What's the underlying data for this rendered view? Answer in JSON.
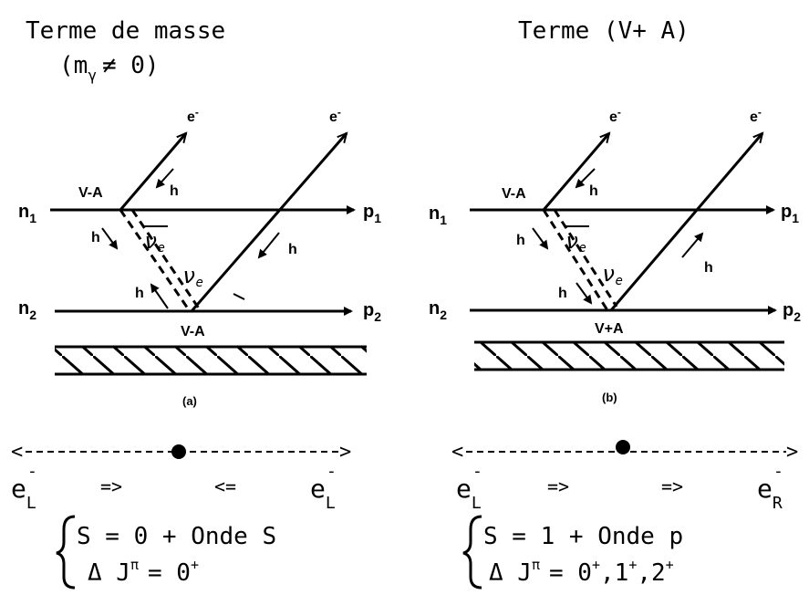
{
  "panel_a": {
    "title_line1": "Terme de masse",
    "title_paren_open": "(m",
    "title_sub": "γ",
    "title_rest": "≠ 0)",
    "electron": "e",
    "electron_sup": "-",
    "n1": "n",
    "n1_sub": "1",
    "n2": "n",
    "n2_sub": "2",
    "p1": "p",
    "p1_sub": "1",
    "p2": "p",
    "p2_sub": "2",
    "vertex_top": "V-A",
    "vertex_bottom": "V-A",
    "h": "h",
    "nu_bar": "ν",
    "nu_bar_sub": "e",
    "nu": "ν",
    "nu_sub": "e",
    "caption": "(a)",
    "axis_left": "<",
    "axis_right": ">",
    "e_left": "e",
    "e_left_sub": "L",
    "e_left_sup": "-",
    "arrow_right": "=>",
    "arrow_left": "<=",
    "e_right": "e",
    "e_right_sub": "L",
    "e_right_sup": "-",
    "eq1": "S = 0 + Onde S",
    "eq2_delta": "Δ J",
    "eq2_sup": "π",
    "eq2_val": "= 0",
    "eq2_valsup": "+"
  },
  "panel_b": {
    "title_line1": "Terme (V+ A)",
    "electron": "e",
    "electron_sup": "-",
    "n1": "n",
    "n1_sub": "1",
    "n2": "n",
    "n2_sub": "2",
    "p1": "p",
    "p1_sub": "1",
    "p2": "p",
    "p2_sub": "2",
    "vertex_top": "V-A",
    "vertex_bottom": "V+A",
    "h": "h",
    "nu_bar": "ν",
    "nu_bar_sub": "e",
    "nu": "ν",
    "nu_sub": "e",
    "caption": "(b)",
    "axis_left": "<",
    "axis_right": ">",
    "e_left": "e",
    "e_left_sub": "L",
    "e_left_sup": "-",
    "arrow_1": "=>",
    "arrow_2": "=>",
    "e_right": "e",
    "e_right_sub": "R",
    "e_right_sup": "-",
    "eq1": "S = 1 + Onde p",
    "eq2_delta": "Δ J",
    "eq2_sup": "π",
    "eq2_val": "= 0",
    "eq2_valsup": "+",
    "eq2_v2": ",1",
    "eq2_v2sup": "+",
    "eq2_v3": ",2",
    "eq2_v3sup": "+"
  },
  "colors": {
    "ink": "#000000",
    "paper": "#ffffff"
  }
}
